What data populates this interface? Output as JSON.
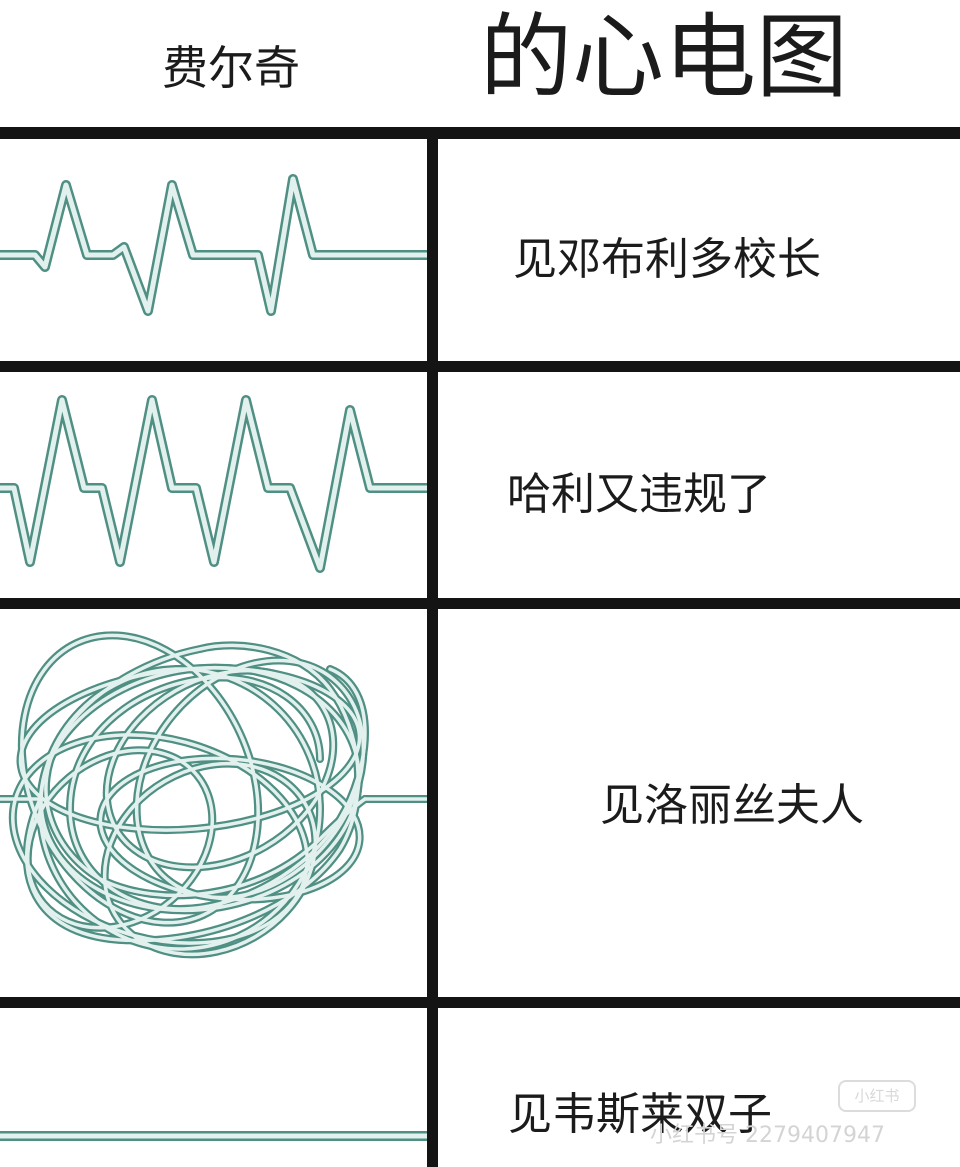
{
  "header": {
    "subject": "费尔奇",
    "title": "的心电图"
  },
  "rows": [
    {
      "label": "见邓布利多校长",
      "ecg": "three-regular-spikes"
    },
    {
      "label": "哈利又违规了",
      "ecg": "four-fast-spikes"
    },
    {
      "label": "见洛丽丝夫人",
      "ecg": "tangled-scribble"
    },
    {
      "label": "见韦斯莱双子",
      "ecg": "flatline"
    }
  ],
  "watermark": {
    "badge": "小红书",
    "text": "小红书号 2279407947"
  },
  "colors": {
    "line_outer": "#4f8f84",
    "line_inner": "#e2f1ee",
    "grid": "#141414"
  }
}
